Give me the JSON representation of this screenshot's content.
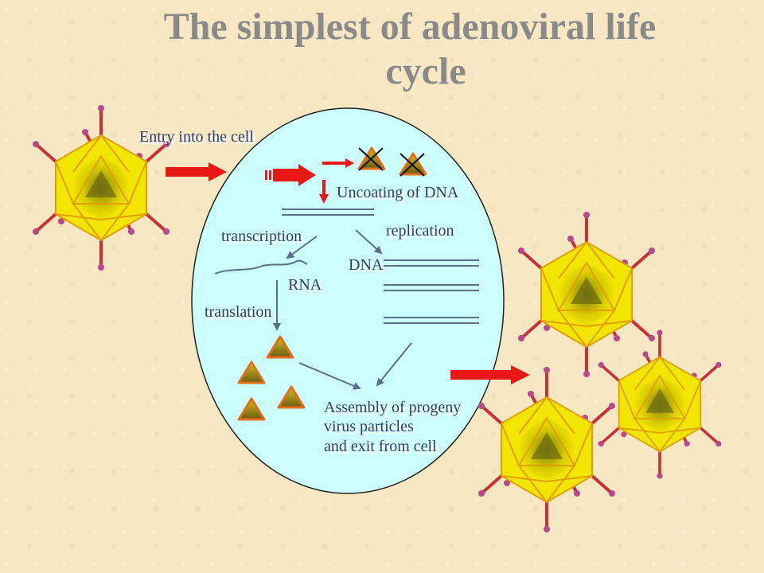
{
  "title": {
    "line1": "The simplest of adenoviral life",
    "line2": "cycle"
  },
  "labels": {
    "entry": "Entry into the cell",
    "uncoating": "Uncoating of DNA",
    "transcription": "transcription",
    "replication": "replication",
    "dna": "DNA",
    "rna": "RNA",
    "translation": "translation",
    "assembly_line1": "Assembly of progeny",
    "assembly_line2": "virus particles",
    "assembly_line3": "and exit from cell"
  },
  "colors": {
    "cell_fill": "#ccffff",
    "virus_yellow": "#f2e600",
    "virus_edge": "#e0a000",
    "spike": "#c8303a",
    "arrow_red": "#e81818",
    "arrow_gray": "#5a6f8a",
    "protein_fill": "#d8c020",
    "protein_edge": "#e07020"
  }
}
